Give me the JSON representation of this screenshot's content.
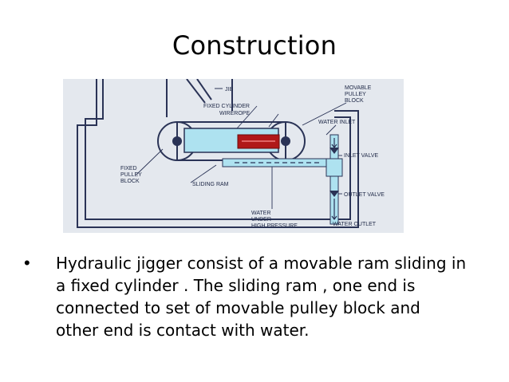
{
  "slide": {
    "title": "Construction",
    "bullet_symbol": "•",
    "bullet_text": "Hydraulic jigger consist of a movable ram sliding in a fixed  cylinder . The sliding ram , one end is connected to set of movable pulley block and other end is contact with water."
  },
  "diagram": {
    "labels": {
      "jib": "JIB",
      "movable_pulley_1": "MOVABLE",
      "movable_pulley_2": "PULLEY",
      "movable_pulley_3": "BLOCK",
      "fixed_cylinder": "FIXED CYLINDER",
      "wirerope": "WIREROPE",
      "water_inlet": "WATER INLET",
      "inlet_valve": "INLET VALVE",
      "fixed_pulley_1": "FIXED",
      "fixed_pulley_2": "PULLEY",
      "fixed_pulley_3": "BLOCK",
      "sliding_ram": "SLIDING RAM",
      "outlet_valve": "OUTLET VALVE",
      "water_under_1": "WATER",
      "water_under_2": "UNDER",
      "water_under_3": "HIGH PRESSURE",
      "water_outlet": "WATER OUTLET"
    },
    "colors": {
      "background": "#e4e8ee",
      "line": "#2a3356",
      "water": "#aee2f0",
      "ram": "#b01818",
      "ram_highlight": "#e06464"
    }
  }
}
